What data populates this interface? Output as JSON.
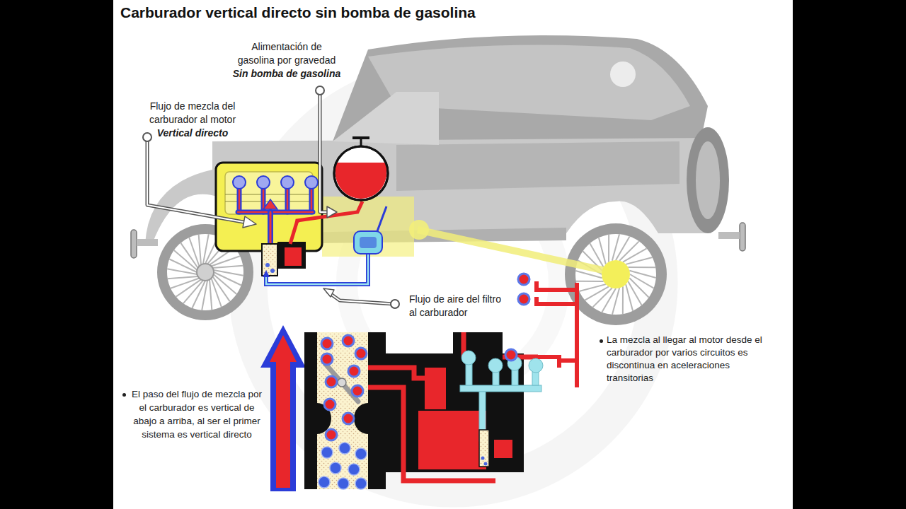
{
  "diagram": {
    "title": "Carburador vertical directo sin bomba de gasolina",
    "labels": [
      "Alimentación de gasolina por gravedad",
      "Sin bomba de gasolina",
      "Flujo de mezcla del carburador al motor",
      "Vertical directo",
      "Flujo de aire del filtro al carburador",
      "La mezcla al llegar al motor desde el carburador por varios circuitos es discontinua en aceleraciones transitorias",
      "El paso del flujo de mezcla por el carburador es vertical de abajo a arriba, al ser el primer sistema es vertical directo"
    ]
  }
}
